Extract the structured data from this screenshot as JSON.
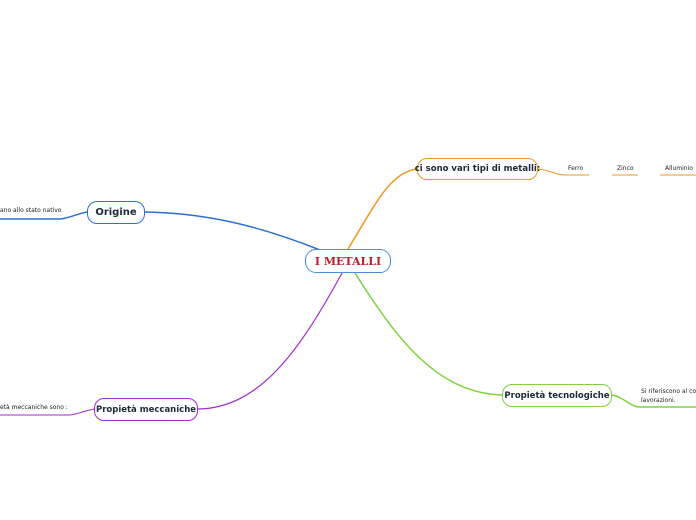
{
  "colors": {
    "center": "#4a90d9",
    "origine": "#2f6fd1",
    "tipi": "#f19a20",
    "tecnologiche": "#7fd33b",
    "meccaniche": "#a02bd0",
    "title_text": "#b8202a"
  },
  "center": {
    "label": "I METALLI"
  },
  "origine": {
    "label": "Origine",
    "leaf": "ano allo stato nativo"
  },
  "tipi": {
    "label": "ci sono vari tipi di metalli:",
    "items": [
      "Ferro",
      "Zinco",
      "Alluminio"
    ]
  },
  "tecnologiche": {
    "label": "Propietà tecnologiche",
    "leaf_line1": "Si riferiscono al con",
    "leaf_line2": "lavorazioni."
  },
  "meccaniche": {
    "label": "Propietà meccaniche",
    "leaf": "età meccaniche sono :"
  }
}
